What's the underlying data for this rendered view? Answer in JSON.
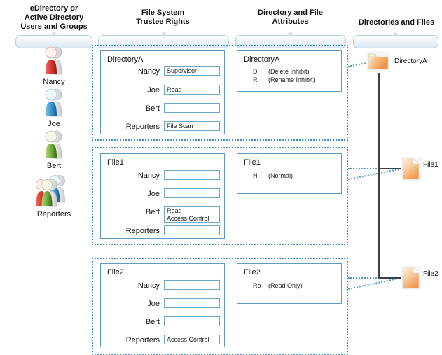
{
  "columns": [
    {
      "id": "users",
      "title_lines": [
        "eDirectory or",
        "Active Directory",
        "Users and Groups"
      ]
    },
    {
      "id": "trustee",
      "title_lines": [
        "File System",
        "Trustee Rights"
      ]
    },
    {
      "id": "attributes",
      "title_lines": [
        "Directory and File",
        "Attributes"
      ]
    },
    {
      "id": "objects",
      "title_lines": [
        "Directories and Files"
      ]
    }
  ],
  "users": [
    {
      "name": "Nancy",
      "icon": "person-red-icon",
      "type": "user"
    },
    {
      "name": "Joe",
      "icon": "person-blue-icon",
      "type": "user"
    },
    {
      "name": "Bert",
      "icon": "person-green-icon",
      "type": "user"
    },
    {
      "name": "Reporters",
      "icon": "group-people-icon",
      "type": "group"
    }
  ],
  "trustee_panels": [
    {
      "title": "DirectoryA",
      "rows": [
        {
          "trustee": "Nancy",
          "rights": "Supervisor"
        },
        {
          "trustee": "Joe",
          "rights": "Read"
        },
        {
          "trustee": "Bert",
          "rights": ""
        },
        {
          "trustee": "Reporters",
          "rights": "File Scan"
        }
      ]
    },
    {
      "title": "File1",
      "rows": [
        {
          "trustee": "Nancy",
          "rights": ""
        },
        {
          "trustee": "Joe",
          "rights": ""
        },
        {
          "trustee": "Bert",
          "rights": "Read\nAccess Control"
        },
        {
          "trustee": "Reporters",
          "rights": ""
        }
      ]
    },
    {
      "title": "File2",
      "rows": [
        {
          "trustee": "Nancy",
          "rights": ""
        },
        {
          "trustee": "Joe",
          "rights": ""
        },
        {
          "trustee": "Bert",
          "rights": ""
        },
        {
          "trustee": "Reporters",
          "rights": "Access Control"
        }
      ]
    }
  ],
  "attribute_panels": [
    {
      "title": "DirectoryA",
      "attributes": [
        {
          "code": "Di",
          "name": "(Delete Inhibit)"
        },
        {
          "code": "Ri",
          "name": "(Rename Inhibit)"
        }
      ]
    },
    {
      "title": "File1",
      "attributes": [
        {
          "code": "N",
          "name": "(Normal)"
        }
      ]
    },
    {
      "title": "File2",
      "attributes": [
        {
          "code": "Ro",
          "name": "(Read Only)"
        }
      ]
    }
  ],
  "objects": [
    {
      "name": "DirectoryA",
      "icon": "folder-icon",
      "kind": "directory"
    },
    {
      "name": "File1",
      "icon": "file-icon",
      "kind": "file"
    },
    {
      "name": "File2",
      "icon": "file-icon",
      "kind": "file"
    }
  ],
  "colors": {
    "panel_border": "#5b9bc4",
    "field_border": "#6ba7cf",
    "dotted_border": "#3d8fc9",
    "connector": "#4a9bd4",
    "tree_line": "#3f3f3f",
    "bracket_fill": "#eaf3fa",
    "folder_orange": "#f0a055",
    "person_red": "#d8473f",
    "person_blue": "#4f9ad0",
    "person_green": "#77b045"
  }
}
